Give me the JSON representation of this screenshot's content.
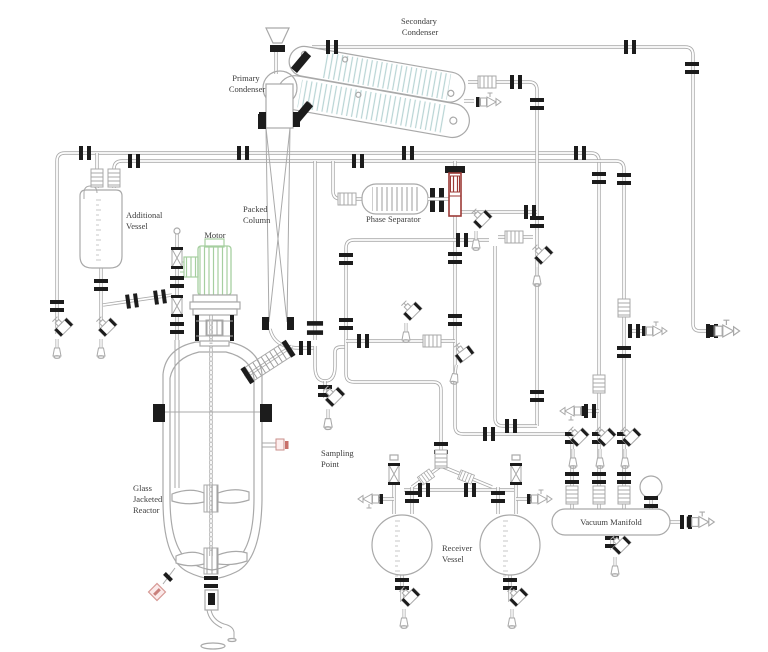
{
  "diagram": {
    "labels": {
      "secondary_condenser": [
        "Secondary",
        "Condenser"
      ],
      "primary_condenser": [
        "Primary",
        "Condenser"
      ],
      "additional_vessel": [
        "Additional",
        "Vessel"
      ],
      "packed_column": [
        "Packed",
        "Column"
      ],
      "motor": [
        "Motor"
      ],
      "phase_separator": [
        "Phase Separator"
      ],
      "sampling_point": [
        "Sampling",
        "Point"
      ],
      "glass_jacketed_reactor": [
        "Glass",
        "Jacketed",
        "Reactor"
      ],
      "receiver_vessel": [
        "Receiver",
        "Vessel"
      ],
      "vacuum_manifold": [
        "Vacuum Manifold"
      ]
    },
    "colors": {
      "background": "#ffffff",
      "glass_line": "#a9a9a9",
      "fitting_black": "#1c1c1c",
      "condenser_coil_teal": "#b8d4d4",
      "motor_green": "#a6cfa0",
      "highlight_red": "#9c3a36",
      "highlight_pink": "#d79a96",
      "label_text": "#3d3d3d"
    }
  }
}
